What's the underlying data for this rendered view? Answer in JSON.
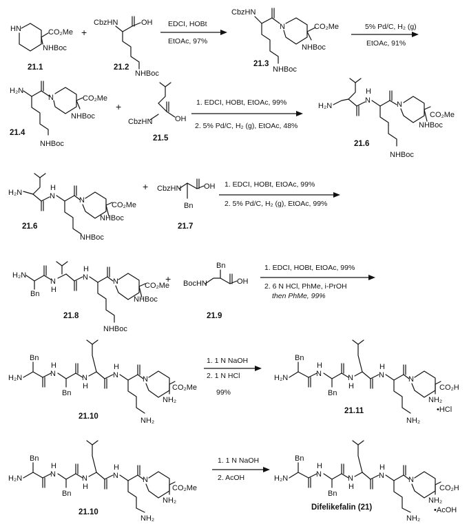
{
  "rows": [
    {
      "id": "row1",
      "plus": [
        "+"
      ],
      "compounds": [
        "21.1",
        "21.2",
        "21.3"
      ],
      "conditions": [
        "EDCI, HOBt",
        "EtOAc, 97%",
        "5% Pd/C, H₂ (g)",
        "EtOAc, 91%"
      ],
      "labels": [
        "HN",
        "CO₂Me",
        "NHBoc",
        "CbzHN",
        "OH",
        "NHBoc",
        "CbzHN",
        "N",
        "CO₂Me",
        "NHBoc",
        "NHBoc"
      ]
    },
    {
      "id": "row2",
      "plus": [
        "+"
      ],
      "compounds": [
        "21.4",
        "21.5",
        "21.6"
      ],
      "conditions": [
        "1. EDCI, HOBt,  EtOAc, 99%",
        "2. 5% Pd/C, H₂ (g), EtOAc, 48%"
      ],
      "labels": [
        "H₂N",
        "N",
        "CO₂Me",
        "NHBoc",
        "NHBoc",
        "CbzHN",
        "OH",
        "H₂N",
        "N",
        "H",
        "N",
        "CO₂Me",
        "NHBoc",
        "NHBoc"
      ]
    },
    {
      "id": "row3",
      "plus": [
        "+"
      ],
      "compounds": [
        "21.6",
        "21.7"
      ],
      "conditions": [
        "1. EDCI, HOBt, EtOAc, 99%",
        "2. 5% Pd/C, H₂ (g), EtOAc, 99%"
      ],
      "labels": [
        "H₂N",
        "N",
        "H",
        "N",
        "CO₂Me",
        "NHBoc",
        "NHBoc",
        "CbzHN",
        "OH",
        "Bn"
      ]
    },
    {
      "id": "row4",
      "plus": [
        "+"
      ],
      "compounds": [
        "21.8",
        "21.9"
      ],
      "conditions": [
        "1. EDCI, HOBt, EtOAc, 99%",
        "2. 6 N HCl, PhMe, i-PrOH",
        "then PhMe, 99%"
      ],
      "labels": [
        "H₂N",
        "Bn",
        "N",
        "H",
        "N",
        "H",
        "N",
        "CO₂Me",
        "NHBoc",
        "NHBoc",
        "Bn",
        "BocHN",
        "OH"
      ]
    },
    {
      "id": "row5",
      "plus": [],
      "compounds": [
        "21.10",
        "21.11"
      ],
      "conditions": [
        "1. 1 N NaOH",
        "2. 1 N HCl",
        "99%"
      ],
      "labels": [
        "Bn",
        "H₂N",
        "N",
        "H",
        "Bn",
        "N",
        "H",
        "N",
        "H",
        "N",
        "CO₂Me",
        "NH₂",
        "NH₂",
        "Bn",
        "H₂N",
        "N",
        "H",
        "Bn",
        "N",
        "H",
        "N",
        "H",
        "N",
        "CO₂H",
        "NH₂",
        "NH₂",
        "•HCl"
      ]
    },
    {
      "id": "row6",
      "plus": [],
      "compounds": [
        "21.10",
        "Difelikefalin (21)"
      ],
      "conditions": [
        "1. 1 N NaOH",
        "2. AcOH"
      ],
      "labels": [
        "Bn",
        "H₂N",
        "N",
        "H",
        "Bn",
        "N",
        "H",
        "N",
        "H",
        "N",
        "CO₂Me",
        "NH₂",
        "NH₂",
        "Bn",
        "H₂N",
        "N",
        "H",
        "Bn",
        "N",
        "H",
        "N",
        "H",
        "N",
        "CO₂H",
        "NH₂",
        "NH₂",
        "•AcOH"
      ]
    }
  ]
}
